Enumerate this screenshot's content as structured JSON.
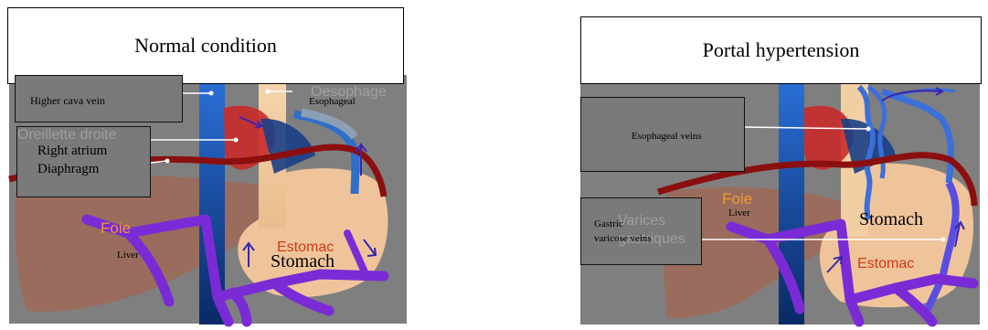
{
  "left": {
    "title": "Normal condition",
    "box_higher_cava": "Higher cava vein",
    "box_right_atrium": "Right atrium",
    "box_diaphragm": "Diaphragm",
    "esophageal": "Esophageal",
    "liver": "Liver",
    "stomach": "Stomach",
    "foie": "Foie",
    "estomac": "Estomac",
    "oesophage": "Oesophage",
    "oreillette": "Oreillette droite"
  },
  "right": {
    "title": "Portal hypertension",
    "box_esophageal_veins": "Esophageal veins",
    "box_gastric_1": "Gastric",
    "box_gastric_2": "varicose veins",
    "liver": "Liver",
    "stomach": "Stomach",
    "foie": "Foie",
    "estomac": "Estomac",
    "varices_1": "Varices",
    "varices_2": "gastriques"
  },
  "colors": {
    "background_gray": "#7f7f7f",
    "liver": "#9c6a5a",
    "stomach": "#f0c49a",
    "portal_vein": "#7b2bd6",
    "cava_blue": "#1d55b8",
    "diaphragm": "#8b0f0f",
    "label_box": "#7a7a7a"
  }
}
